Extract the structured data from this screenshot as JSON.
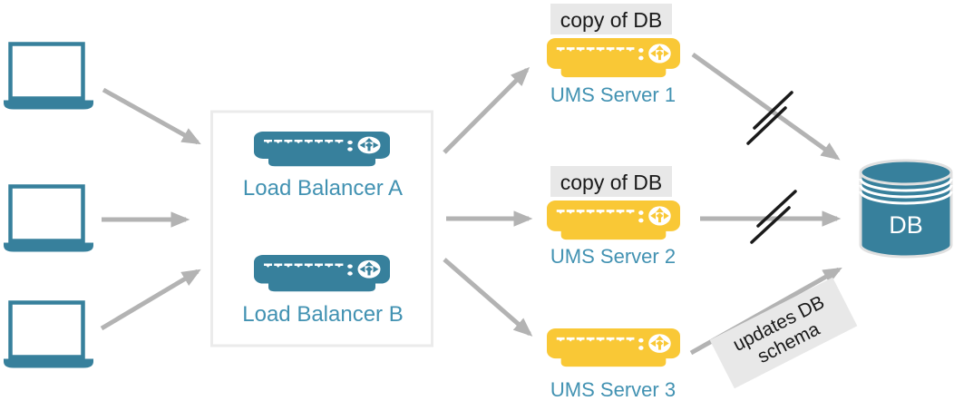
{
  "colors": {
    "teal": "#37809C",
    "teal_text": "#4292B2",
    "yellow": "#F9C836",
    "arrow_gray": "#B3B3B3",
    "note_bg": "#E8E8E8",
    "note_text": "#1A1A1A",
    "box_border": "#EBEBEB",
    "db_outline": "#E0E0E0",
    "slash_black": "#1A1A1A"
  },
  "icons": {
    "client": "laptop-icon",
    "load_balancer": "rack-server-icon",
    "ums_server": "rack-server-icon",
    "database": "database-cylinder-icon",
    "broken_link": "double-slash-marks"
  },
  "load_balancers": [
    {
      "label": "Load Balancer A"
    },
    {
      "label": "Load Balancer B"
    }
  ],
  "servers": [
    {
      "label": "UMS Server 1",
      "badge": "copy of DB"
    },
    {
      "label": "UMS Server 2",
      "badge": "copy of DB"
    },
    {
      "label": "UMS Server 3"
    }
  ],
  "database": {
    "label": "DB"
  },
  "notes": {
    "updates_schema": {
      "line1": "updates DB",
      "line2": "schema"
    }
  }
}
